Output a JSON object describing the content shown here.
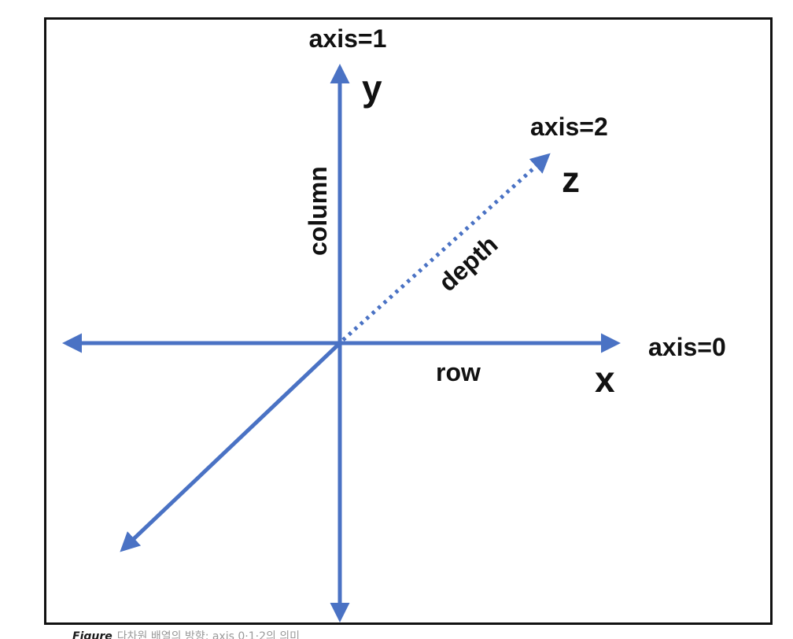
{
  "diagram": {
    "axes": {
      "x": {
        "axis_label": "axis=0",
        "letter": "x",
        "name": "row"
      },
      "y": {
        "axis_label": "axis=1",
        "letter": "y",
        "name": "column"
      },
      "z": {
        "axis_label": "axis=2",
        "letter": "z",
        "name": "depth"
      }
    },
    "colors": {
      "axis": "#4a72c4",
      "text": "#111111",
      "frame": "#111111"
    }
  },
  "caption": {
    "label": "Figure",
    "text": "다차원 배열의 방향: axis 0·1·2의 의미"
  }
}
